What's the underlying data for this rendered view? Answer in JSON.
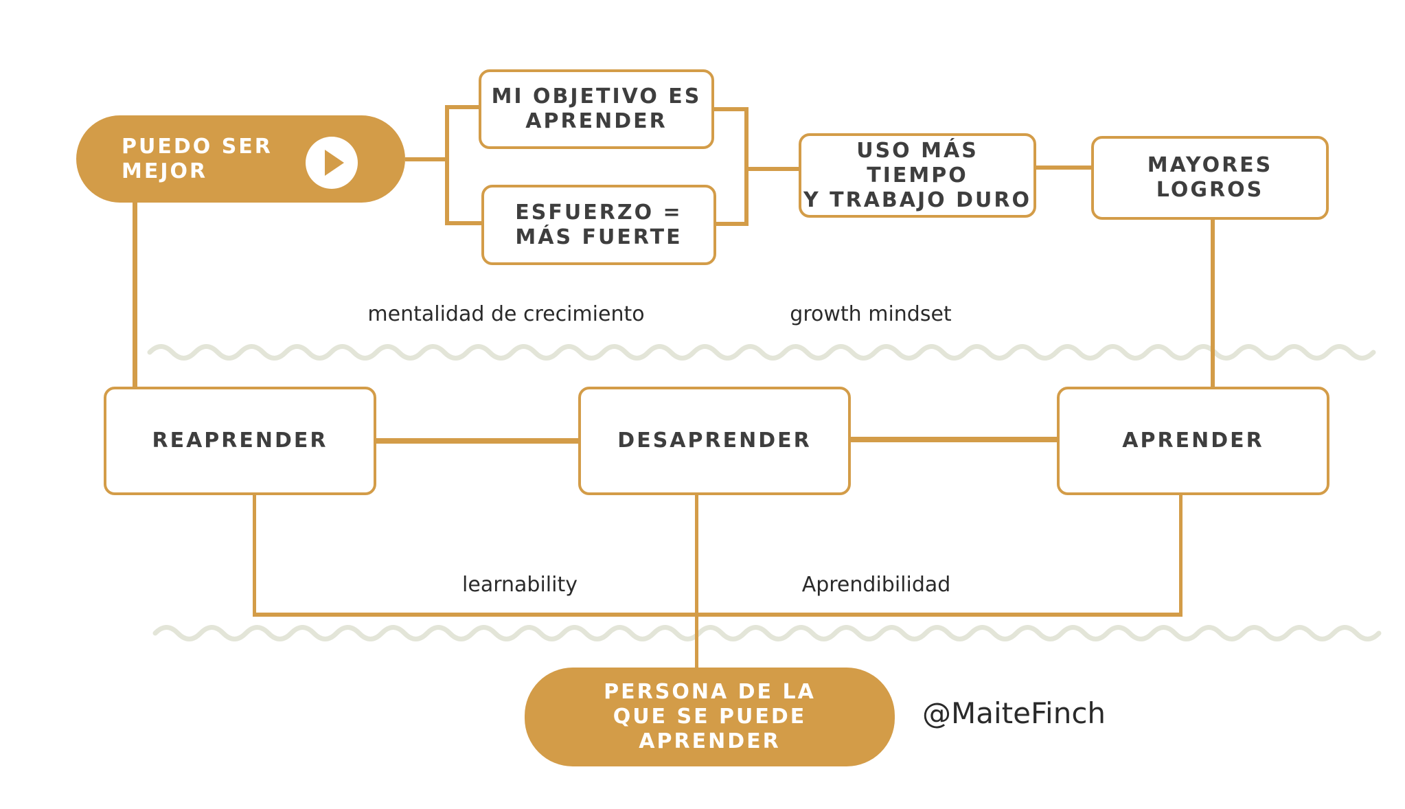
{
  "top_row": {
    "start_pill": "PUEDO SER\nMEJOR",
    "goal_box": "MI OBJETIVO ES\nAPRENDER",
    "effort_box": "ESFUERZO =\nMÁS FUERTE",
    "time_box": "USO MÁS TIEMPO\nY TRABAJO DURO",
    "achievements_box": "MAYORES\nLOGROS"
  },
  "labels": {
    "growth_es": "mentalidad de crecimiento",
    "growth_en": "growth mindset",
    "learnability_en": "learnability",
    "learnability_es": "Aprendibilidad"
  },
  "middle_row": {
    "relearn": "REAPRENDER",
    "unlearn": "DESAPRENDER",
    "learn": "APRENDER"
  },
  "end_pill": "PERSONA DE LA\nQUE SE PUEDE\nAPRENDER",
  "credit": "@MaiteFinch",
  "colors": {
    "accent": "#d39c48",
    "wave": "#e3e5d8",
    "text": "#3e3e3e"
  },
  "icons": {
    "play": "play-circle-icon"
  }
}
